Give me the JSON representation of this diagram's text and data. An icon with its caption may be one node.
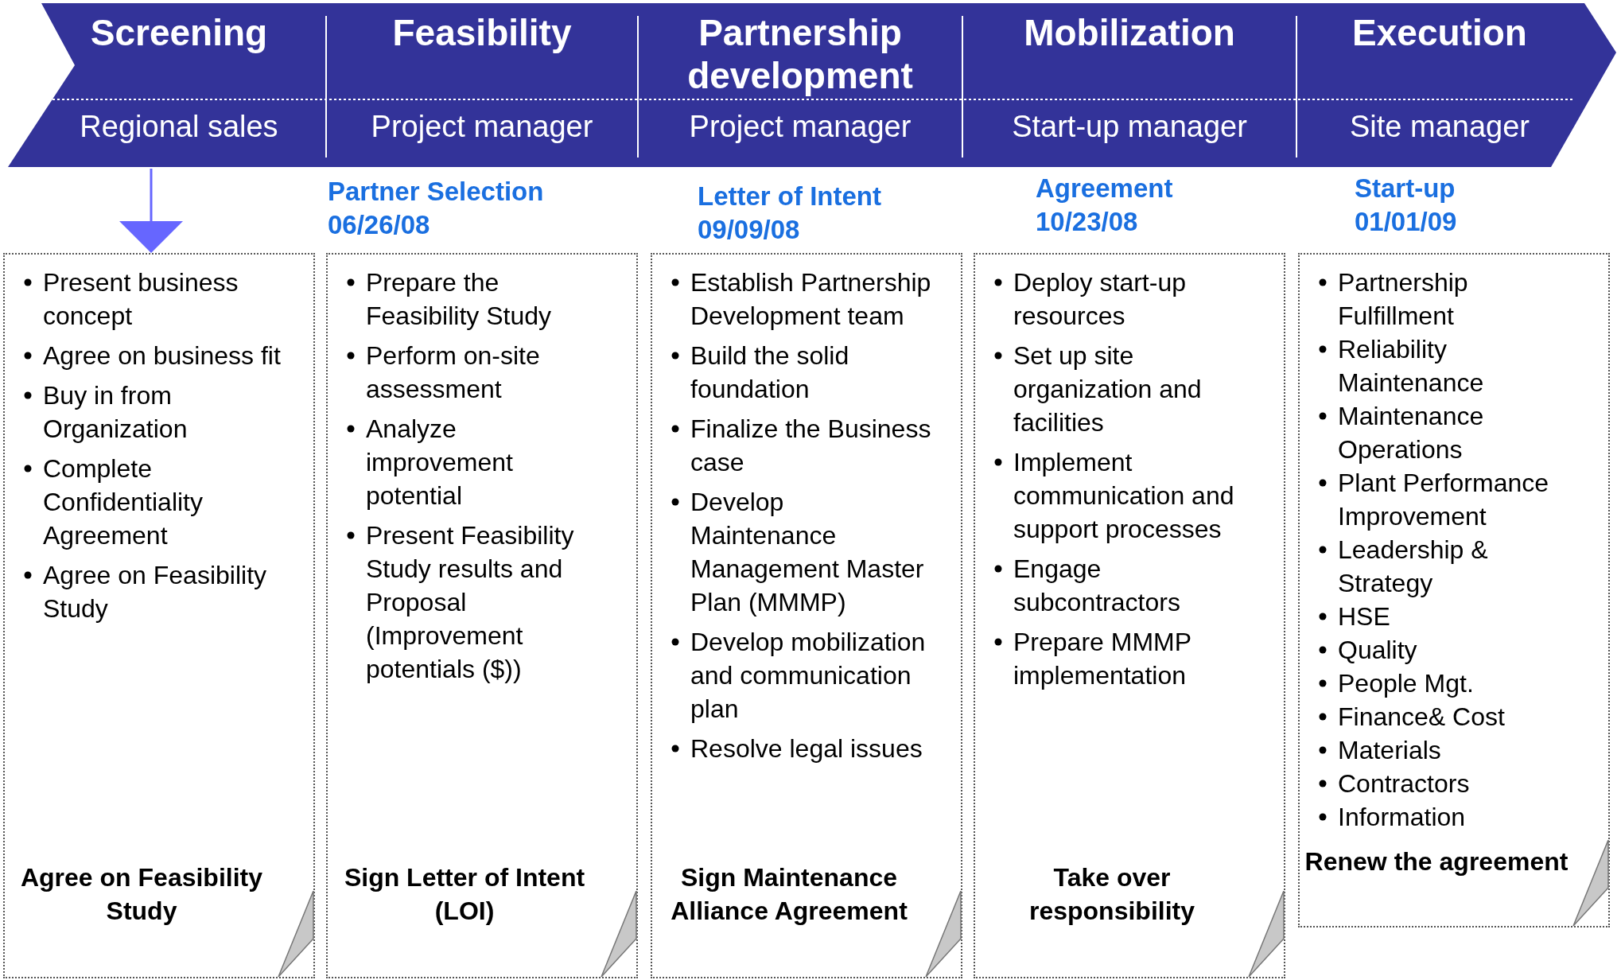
{
  "diagram": {
    "nodes": [
      {
        "text": [
          "Screening",
          "Regional sales"
        ]
      },
      {
        "text": [
          "Feasibility",
          "Project manager"
        ]
      },
      {
        "text": [
          "Partnership development",
          "Project manager"
        ]
      },
      {
        "text": [
          "Mobilization",
          "Start-up manager"
        ]
      },
      {
        "text": [
          "Execution",
          "Site manager"
        ]
      },
      {
        "text": [
          "Present  business concept",
          "Agree on business fit",
          "Buy in from Organization",
          "Complete Confidentiality Agreement",
          "Agree on Feasibility Study",
          "Agree on Feasibility Study"
        ]
      },
      {
        "text": [
          "Prepare the Feasibility Study",
          "Perform on-site assessment",
          "Analyze improvement potential",
          "Present Feasibility Study results and Proposal (Improvement potentials ($))",
          "Sign Letter of Intent (LOI)"
        ]
      },
      {
        "text": [
          "Establish Partnership Development team",
          "Build the solid foundation",
          "Finalize the Business case",
          "Develop Maintenance Management Master Plan (MMMP)",
          "Develop mobilization and communication plan",
          "Resolve legal issues",
          "Sign Maintenance Alliance Agreement"
        ]
      },
      {
        "text": [
          "Deploy start-up resources",
          "Set up site organization and facilities",
          "Implement communication and support processes",
          "Engage subcontractors",
          "Prepare MMMP implementation",
          "Take over responsibility"
        ]
      },
      {
        "text": [
          "Partnership Fulfillment",
          "Reliability Maintenance",
          "Maintenance Operations",
          "Plant Performance Improvement",
          "Leadership & Strategy",
          "HSE",
          "Quality",
          "People Mgt.",
          "Finance& Cost",
          "Materials",
          "Contractors",
          "Information",
          "Renew the agreement"
        ]
      }
    ],
    "edges": [
      {
        "from": 0,
        "to": 5,
        "arrow": "to",
        "color": "#6666ff"
      }
    ],
    "labels": [
      "Partner Selection",
      "06/26/08",
      "Letter of Intent",
      "09/09/08",
      "Agreement",
      "10/23/08",
      "Start-up",
      "01/01/09"
    ]
  }
}
